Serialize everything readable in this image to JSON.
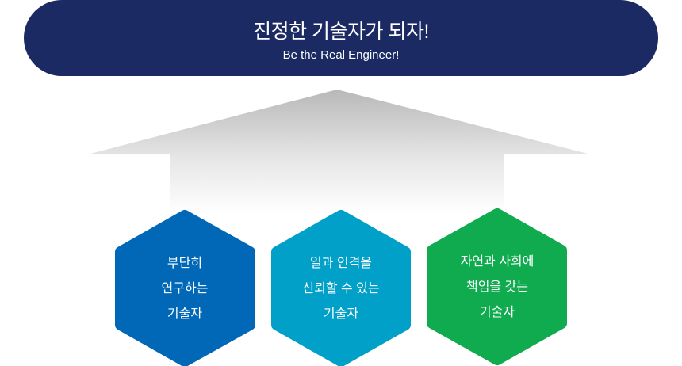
{
  "banner": {
    "title": "진정한 기술자가 되자!",
    "subtitle": "Be the Real Engineer!"
  },
  "hexagons": [
    {
      "lines": [
        "부단히",
        "연구하는",
        "기술자"
      ],
      "color": "#0068b7"
    },
    {
      "lines": [
        "일과 인격을",
        "신뢰할 수 있는",
        "기술자"
      ],
      "color": "#00a0c9"
    },
    {
      "lines": [
        "자연과 사회에",
        "책임을 갖는",
        "기술자"
      ],
      "color": "#0fab4e"
    }
  ]
}
